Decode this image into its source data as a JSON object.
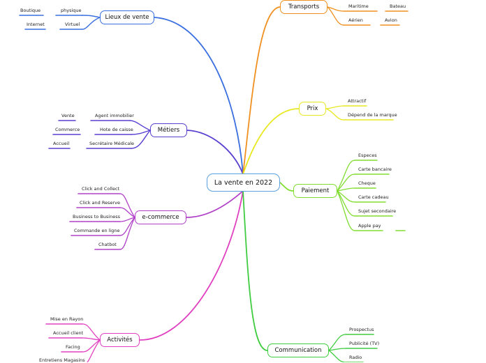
{
  "central": {
    "label": "La vente en 2022"
  },
  "branches": {
    "lieux": {
      "label": "Lieux de vente",
      "color": "#3a6fe0"
    },
    "metiers": {
      "label": "Métiers",
      "color": "#5a3fd0"
    },
    "ecom": {
      "label": "e-commerce",
      "color": "#b040c8"
    },
    "activites": {
      "label": "Activités",
      "color": "#e040c0"
    },
    "transports": {
      "label": "Transports",
      "color": "#f09020"
    },
    "prix": {
      "label": "Prix",
      "color": "#e8e820"
    },
    "paiement": {
      "label": "Paiement",
      "color": "#80dd30"
    },
    "communication": {
      "label": "Communication",
      "color": "#40cc40"
    }
  },
  "lieux": {
    "physique": "physique",
    "boutique": "Boutique",
    "virtuel": "Virtuel",
    "internet": "Internet"
  },
  "metiers": {
    "agent": "Agent immobilier",
    "vente": "Vente",
    "hote": "Hote de caisse",
    "commerce": "Commerce",
    "secretaire": "Secrétaire Médicale",
    "accueil": "Accueil"
  },
  "ecom": [
    "Click and Collect",
    "Click and Reserve",
    "Business to Business",
    "Commande en ligne",
    "Chatbot"
  ],
  "activites": [
    "Mise en Rayon",
    "Accueil client",
    "Facing",
    "Entretiens Magasins"
  ],
  "transports": {
    "maritime": "Maritime",
    "bateau": "Bateau",
    "aerien": "Aérien",
    "avion": "Avion"
  },
  "prix": [
    "Attractif",
    "Dépend de la marque"
  ],
  "paiement": [
    "Especes",
    "Carte bancaire",
    "Cheque",
    "Carte cadeau",
    "Sujet secondaire",
    "Apple pay"
  ],
  "communication": [
    "Prospectus",
    "Publicité (TV)",
    "Radio"
  ]
}
